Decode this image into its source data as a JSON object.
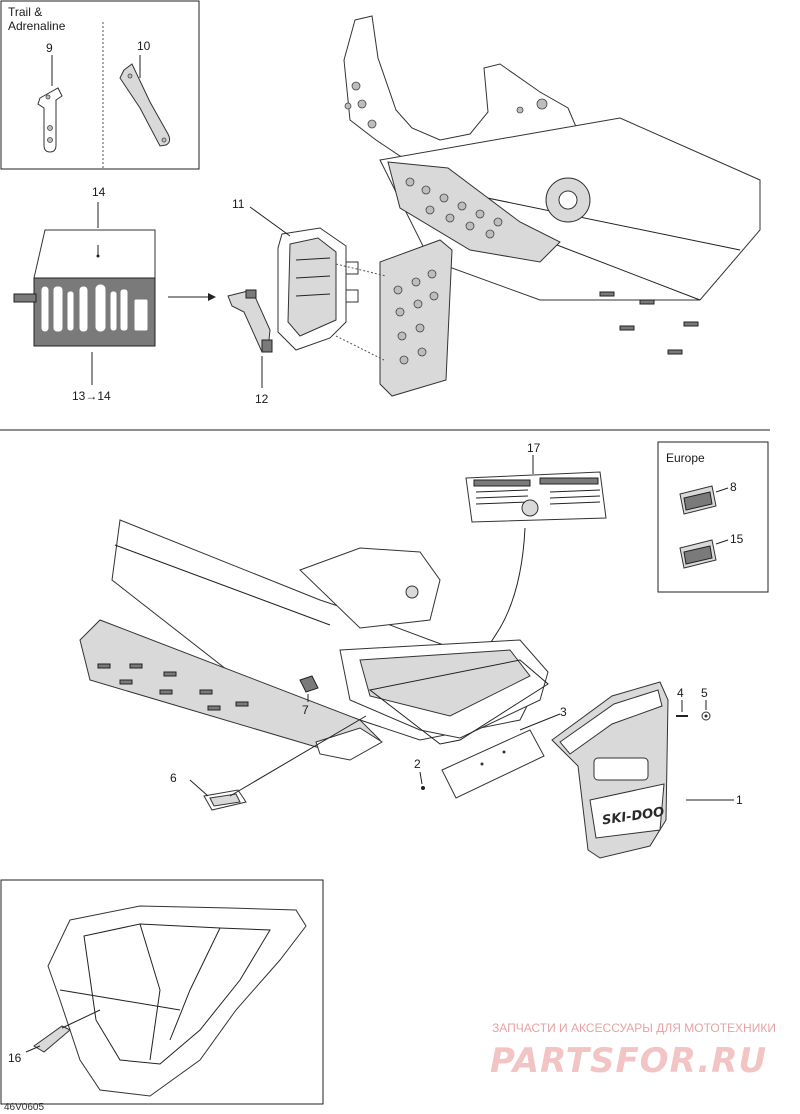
{
  "callouts": {
    "c1": "1",
    "c2": "2",
    "c3": "3",
    "c4": "4",
    "c5": "5",
    "c6": "6",
    "c7": "7",
    "c8": "8",
    "c9": "9",
    "c10": "10",
    "c11": "11",
    "c12": "12",
    "c13": "13→14",
    "c14": "14",
    "c15": "15",
    "c16": "16",
    "c17": "17"
  },
  "boxes": {
    "trail_title_line1": "Trail &",
    "trail_title_line2": "Adrenaline",
    "europe_title": "Europe"
  },
  "watermark": {
    "line1": "ЗАПЧАСТИ И АКСЕССУАРЫ ДЛЯ МОТОТЕХНИКИ",
    "line2": "PARTSFOR.RU"
  },
  "drawing_code": "46V0605",
  "decal_text": "SKI-DOO",
  "colors": {
    "ink": "#1a1a1a",
    "watermark": "#e7a3a3"
  }
}
